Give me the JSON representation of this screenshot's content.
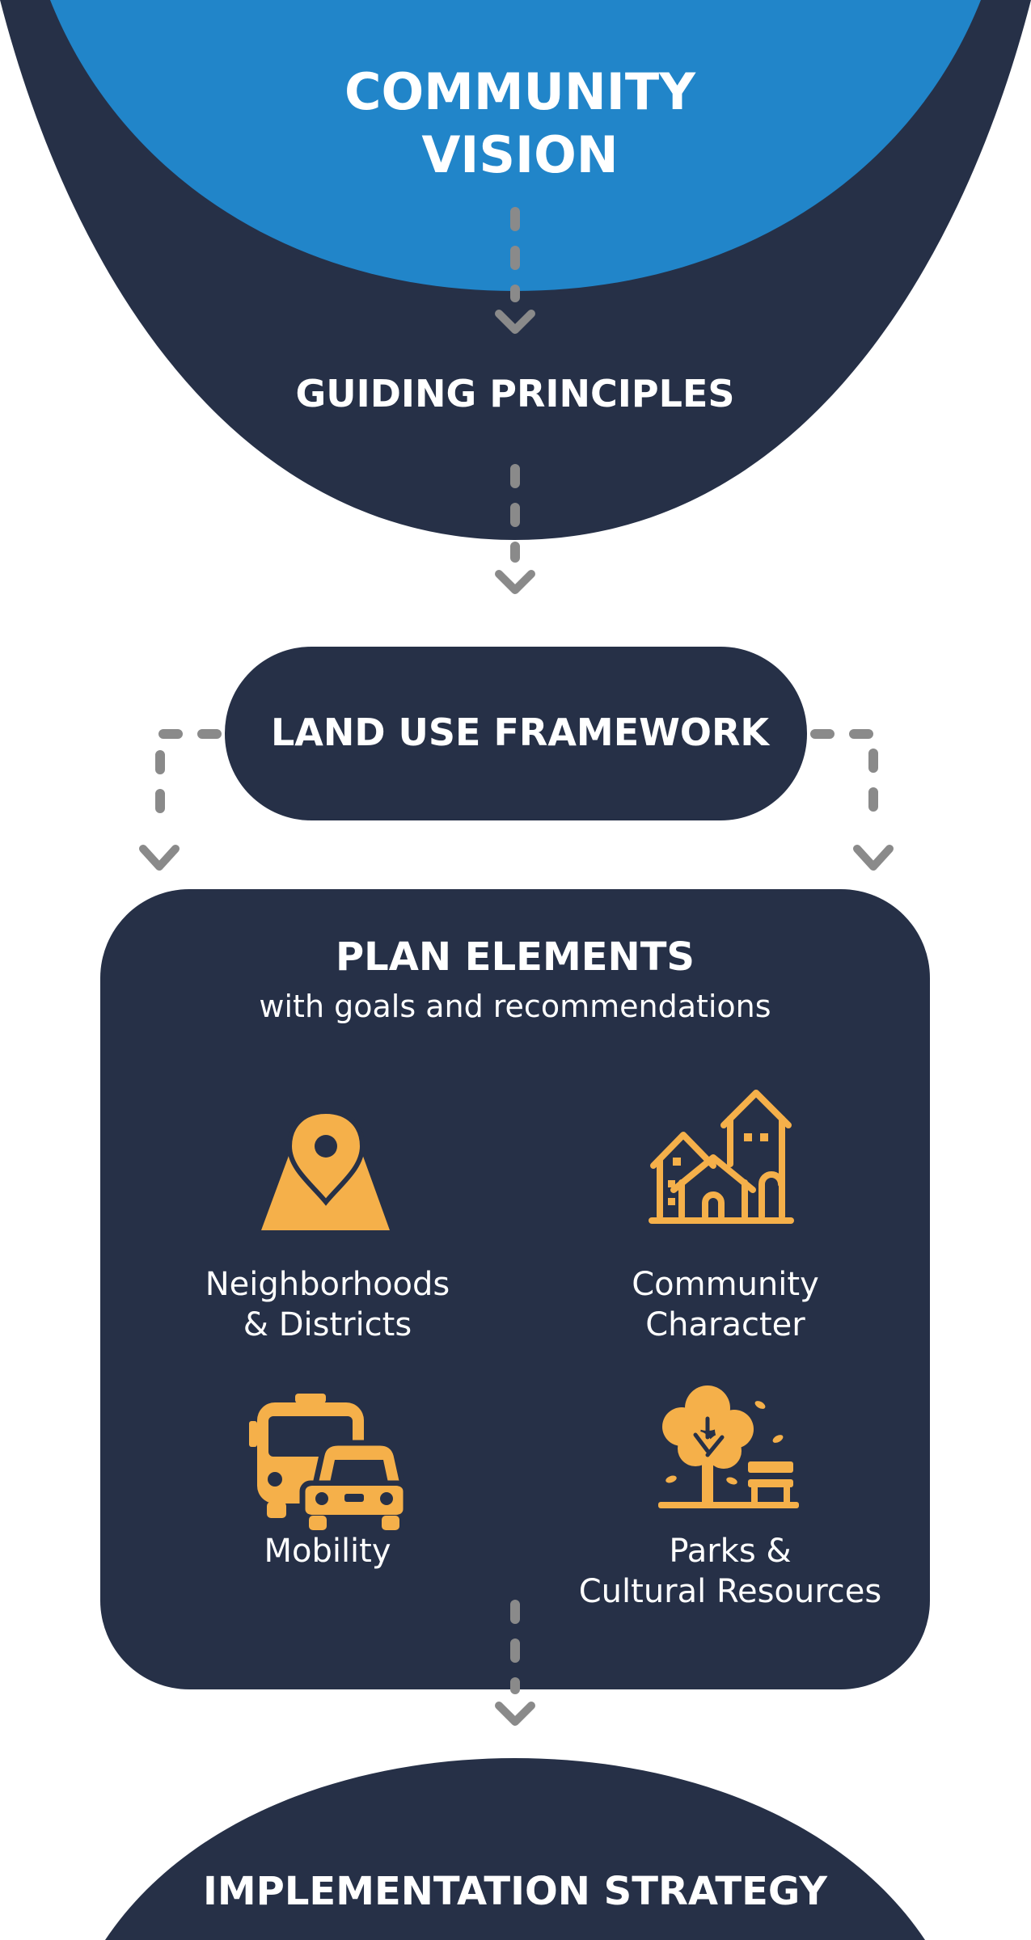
{
  "colors": {
    "navy": "#263047",
    "blue": "#2185c9",
    "icon_orange": "#f5b04a",
    "connector_gray": "#8a8a8a",
    "background": "#ffffff"
  },
  "vision": {
    "line1": "COMMUNITY",
    "line2": "VISION"
  },
  "guiding_principles": {
    "title": "GUIDING PRINCIPLES"
  },
  "land_use": {
    "title": "LAND USE FRAMEWORK"
  },
  "plan_elements": {
    "title": "PLAN ELEMENTS",
    "subtitle": "with goals and recommendations",
    "items": [
      {
        "icon": "map-pin-icon",
        "line1": "Neighborhoods",
        "line2": "& Districts"
      },
      {
        "icon": "houses-icon",
        "line1": "Community",
        "line2": "Character"
      },
      {
        "icon": "bus-car-icon",
        "line1": "Mobility",
        "line2": ""
      },
      {
        "icon": "tree-bench-icon",
        "line1": "Parks &",
        "line2": "Cultural Resources"
      }
    ]
  },
  "implementation": {
    "title": "IMPLEMENTATION STRATEGY"
  }
}
